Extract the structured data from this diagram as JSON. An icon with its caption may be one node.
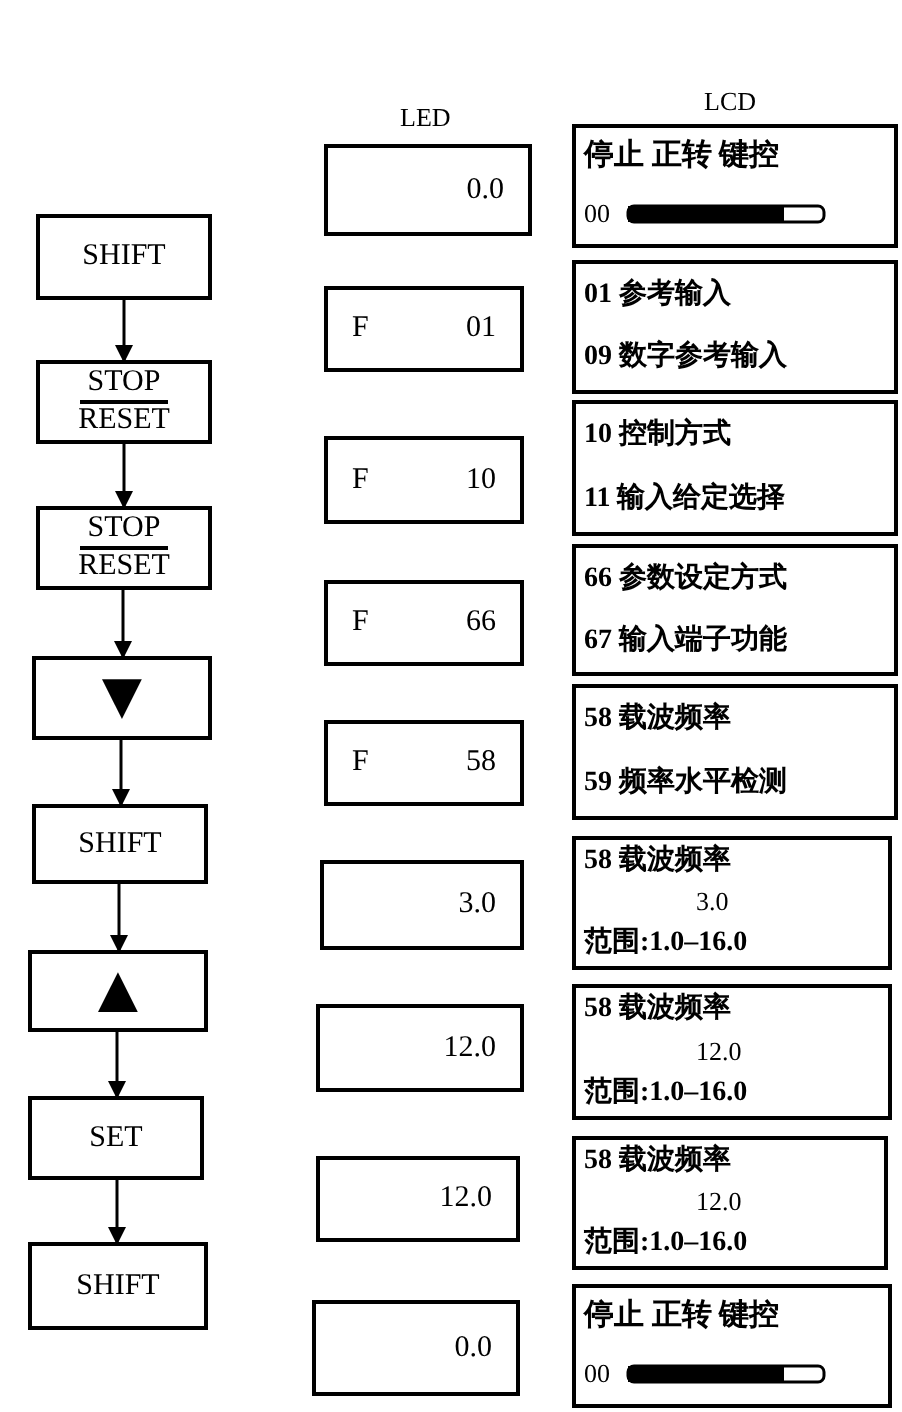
{
  "diagram": {
    "nodes": [
      {
        "text": [
          "SHIFT"
        ]
      },
      {
        "text": [
          "STOP",
          "RESET"
        ]
      },
      {
        "text": [
          "STOP",
          "RESET"
        ]
      },
      {
        "text": [
          "▼"
        ]
      },
      {
        "text": [
          "SHIFT"
        ]
      },
      {
        "text": [
          "▲"
        ]
      },
      {
        "text": [
          "SET"
        ]
      },
      {
        "text": [
          "SHIFT"
        ]
      },
      {
        "text": [
          "0.0"
        ]
      },
      {
        "text": [
          "停止 正转 键控",
          "00"
        ]
      },
      {
        "text": [
          "F",
          "01"
        ]
      },
      {
        "text": [
          "01 参考输入",
          "09 数字参考输入"
        ]
      },
      {
        "text": [
          "F",
          "10"
        ]
      },
      {
        "text": [
          "10 控制方式",
          "11 输入给定选择"
        ]
      },
      {
        "text": [
          "F",
          "66"
        ]
      },
      {
        "text": [
          "66 参数设定方式",
          "67 输入端子功能"
        ]
      },
      {
        "text": [
          "F",
          "58"
        ]
      },
      {
        "text": [
          "58 载波频率",
          "59 频率水平检测"
        ]
      },
      {
        "text": [
          "3.0"
        ]
      },
      {
        "text": [
          "58 载波频率",
          "3.0",
          "范围:1.0–16.0"
        ]
      },
      {
        "text": [
          "12.0"
        ]
      },
      {
        "text": [
          "58 载波频率",
          "12.0",
          "范围:1.0–16.0"
        ]
      },
      {
        "text": [
          "12.0"
        ]
      },
      {
        "text": [
          "58 载波频率",
          "12.0",
          "范围:1.0–16.0"
        ]
      },
      {
        "text": [
          "0.0"
        ]
      },
      {
        "text": [
          "停止 正转 键控",
          "00"
        ]
      }
    ],
    "edges": [
      {
        "from": 0,
        "to": 1,
        "arrow": "to"
      },
      {
        "from": 1,
        "to": 2,
        "arrow": "to"
      },
      {
        "from": 2,
        "to": 3,
        "arrow": "to"
      },
      {
        "from": 3,
        "to": 4,
        "arrow": "to"
      },
      {
        "from": 4,
        "to": 5,
        "arrow": "to"
      },
      {
        "from": 5,
        "to": 6,
        "arrow": "to"
      },
      {
        "from": 6,
        "to": 7,
        "arrow": "to"
      }
    ],
    "labels": [
      "LED",
      "LCD"
    ]
  }
}
